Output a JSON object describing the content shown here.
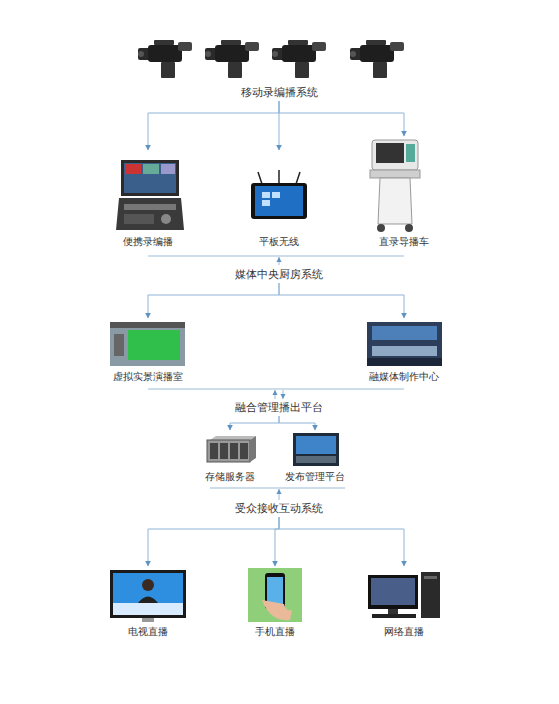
{
  "diagram": {
    "nodes": [
      {
        "text": [
          "移动录编播系统"
        ]
      },
      {
        "text": [
          "便携录编播"
        ]
      },
      {
        "text": [
          "平板无线"
        ]
      },
      {
        "text": [
          "直录导播车"
        ]
      },
      {
        "text": [
          "媒体中央厨房系统"
        ]
      },
      {
        "text": [
          "虚拟实景演播室"
        ]
      },
      {
        "text": [
          "融媒体制作中心"
        ]
      },
      {
        "text": [
          "融合管理播出平台"
        ]
      },
      {
        "text": [
          "存储服务器"
        ]
      },
      {
        "text": [
          "发布管理平台"
        ]
      },
      {
        "text": [
          "受众接收互动系统"
        ]
      },
      {
        "text": [
          "电视直播"
        ]
      },
      {
        "text": [
          "手机直播"
        ]
      },
      {
        "text": [
          "网络直播"
        ]
      }
    ],
    "edges": [
      {
        "from": 0,
        "to": 1,
        "arrow": "to"
      },
      {
        "from": 0,
        "to": 2,
        "arrow": "to"
      },
      {
        "from": 0,
        "to": 3,
        "arrow": "to"
      },
      {
        "from": 4,
        "to": 5,
        "arrow": "to"
      },
      {
        "from": 4,
        "to": 6,
        "arrow": "to"
      },
      {
        "from": 7,
        "to": 8,
        "arrow": "to"
      },
      {
        "from": 7,
        "to": 9,
        "arrow": "to"
      },
      {
        "from": 10,
        "to": 11,
        "arrow": "to"
      },
      {
        "from": 10,
        "to": 12,
        "arrow": "to"
      },
      {
        "from": 10,
        "to": 13,
        "arrow": "to"
      }
    ]
  }
}
